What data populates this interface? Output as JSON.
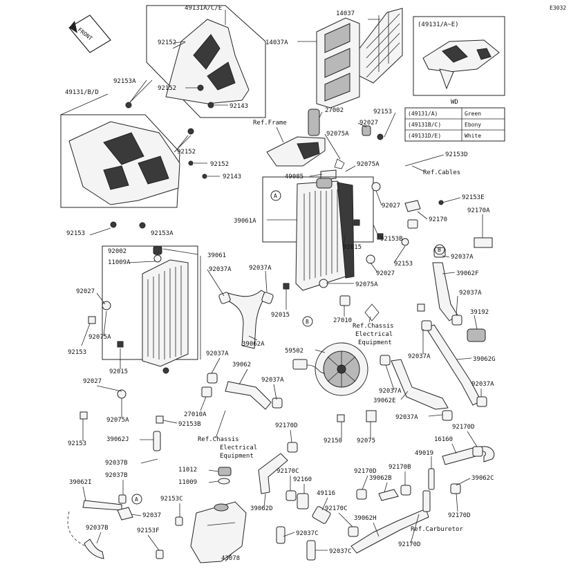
{
  "diagram_code": "E3032",
  "front_label": "FRONT",
  "inset_title": "(49131/A~E)",
  "color_table": {
    "header": "WD",
    "rows": [
      {
        "code": "(49131/A)",
        "color": "Green"
      },
      {
        "code": "(49131B/C)",
        "color": "Ebony"
      },
      {
        "code": "(49131D/E)",
        "color": "White"
      }
    ]
  },
  "callouts": {
    "A": "A",
    "B": "B"
  },
  "ref_labels": {
    "frame": "Ref.Frame",
    "cables": "Ref.Cables",
    "chassis_electrical_1": [
      "Ref.Chassis",
      "Electrical",
      "Equipment"
    ],
    "chassis_electrical_2": [
      "Ref.Chassis",
      "Electrical",
      "Equipment"
    ],
    "carburetor": "Ref.Carburetor"
  },
  "parts": {
    "p49131ACE": "49131A/C/E",
    "p14037": "14037",
    "p14037A": "14037A",
    "p92152_a": "92152",
    "p92152_b": "92152",
    "p92143_a": "92143",
    "p92153A_a": "92153A",
    "p49131BD": "49131/B/D",
    "p92152_c": "92152",
    "p92152_d": "92152",
    "p92143_b": "92143",
    "p92153_a": "92153",
    "p92153A_b": "92153A",
    "p27002": "27002",
    "p92153_b": "92153",
    "p92027_a": "92027",
    "p92075A_a": "92075A",
    "p92153D": "92153D",
    "p49085": "49085",
    "p92075A_b": "92075A",
    "p92027_b": "92027",
    "p92153E": "92153E",
    "p92170A": "92170A",
    "p39061A": "39061A",
    "p92170": "92170",
    "p92153B_a": "92153B",
    "p92015_a": "92015",
    "p92002": "92002",
    "p11009A": "11009A",
    "p39061": "39061",
    "p92037A_a": "92037A",
    "p92037A_b": "92037A",
    "p92153_c": "92153",
    "p92027_c": "92027",
    "p92075A_c": "92075A",
    "p92037A_c": "92037A",
    "p39062F": "39062F",
    "p92027_d": "92027",
    "p92015_b": "92015",
    "p92037A_d": "92037A",
    "p39192": "39192",
    "p92075A_d": "92075A",
    "p27010": "27010",
    "p92153_d": "92153",
    "p39062A": "39062A",
    "p59502": "59502",
    "p92037A_e": "92037A",
    "p39062G": "39062G",
    "p92015_c": "92015",
    "p92037A_f": "92037A",
    "p39062": "39062",
    "p92037A_g": "92037A",
    "p92037A_h": "92037A",
    "p92027_e": "92027",
    "p39062E": "39062E",
    "p92037A_i": "92037A",
    "p92075A_e": "92075A",
    "p27010A": "27010A",
    "p92153B_b": "92153B",
    "p92037A_j": "92037A",
    "p92170D_a": "92170D",
    "p92153_e": "92153",
    "p92170D_b": "92170D",
    "p92150": "92150",
    "p92075": "92075",
    "p16160": "16160",
    "p39062J": "39062J",
    "p49019": "49019",
    "p92037B_a": "92037B",
    "p11012": "11012",
    "p92170C_a": "92170C",
    "p92160": "92160",
    "p92170D_c": "92170D",
    "p92170B": "92170B",
    "p39062C": "39062C",
    "p39062I": "39062I",
    "p92037B_b": "92037B",
    "p11009": "11009",
    "p39062B": "39062B",
    "p92153C": "92153C",
    "p49116": "49116",
    "p92037": "92037",
    "p39062D": "39062D",
    "p92170C_b": "92170C",
    "p39062H": "39062H",
    "p92170D_d": "92170D",
    "p92037B_c": "92037B",
    "p92153F": "92153F",
    "p92037C_a": "92037C",
    "p92037C_b": "92037C",
    "p92170D_e": "92170D",
    "p43078": "43078"
  }
}
